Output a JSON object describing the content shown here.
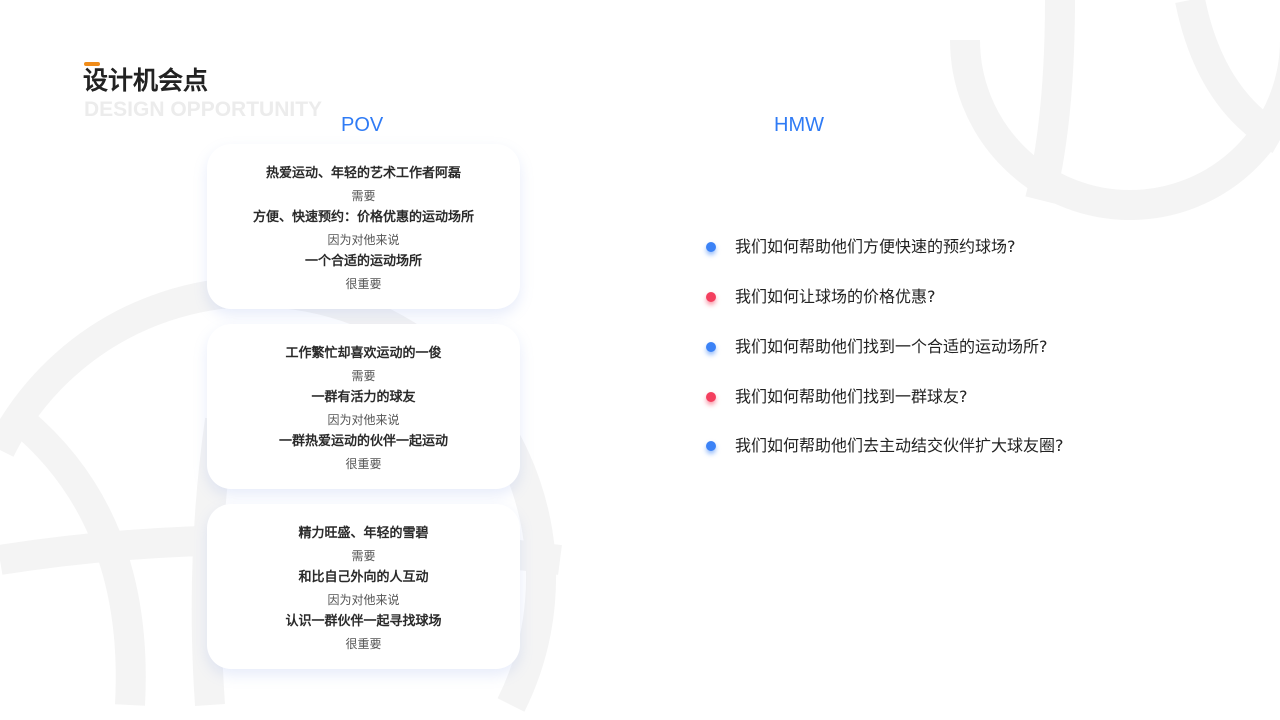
{
  "header": {
    "title": "设计机会点",
    "subtitle": "DESIGN OPPORTUNITY"
  },
  "columns": {
    "pov": "POV",
    "hmw": "HMW"
  },
  "pov_cards": [
    {
      "lines": [
        "热爱运动、年轻的艺术工作者阿磊",
        "需要",
        "方便、快速预约：价格优惠的运动场所",
        "因为对他来说",
        "一个合适的运动场所",
        "很重要"
      ]
    },
    {
      "lines": [
        "工作繁忙却喜欢运动的一俊",
        "需要",
        "一群有活力的球友",
        "因为对他来说",
        "一群热爱运动的伙伴一起运动",
        "很重要"
      ]
    },
    {
      "lines": [
        "精力旺盛、年轻的雪碧",
        "需要",
        "和比自己外向的人互动",
        "因为对他来说",
        "认识一群伙伴一起寻找球场",
        "很重要"
      ]
    }
  ],
  "hmw_items": [
    {
      "text": "我们如何帮助他们方便快速的预约球场?",
      "color": "#3b82f6"
    },
    {
      "text": "我们如何让球场的价格优惠?",
      "color": "#f43f5e"
    },
    {
      "text": "我们如何帮助他们找到一个合适的运动场所?",
      "color": "#3b82f6"
    },
    {
      "text": "我们如何帮助他们找到一群球友?",
      "color": "#f43f5e"
    },
    {
      "text": "我们如何帮助他们去主动结交伙伴扩大球友圈?",
      "color": "#3b82f6"
    }
  ],
  "colors": {
    "accent": "#f08c1a",
    "heading_blue": "#2f7bf5",
    "blue_dot": "#3b82f6",
    "red_dot": "#f43f5e"
  }
}
